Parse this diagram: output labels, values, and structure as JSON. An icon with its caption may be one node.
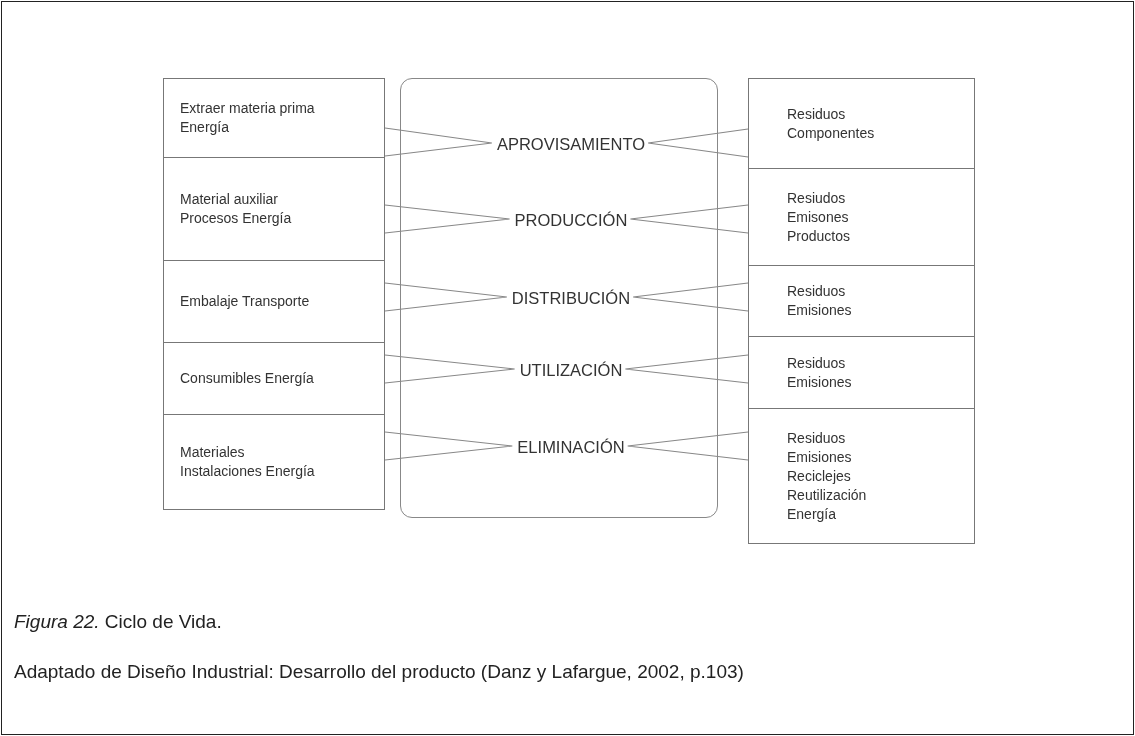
{
  "diagram": {
    "caption": "*Figura 22.* Ciclo de Vida.",
    "nodes": [
      {
        "text": [],
        "shape": "box"
      },
      {
        "text": [
          "APROVISAMIENTO"
        ],
        "in": 0
      },
      {
        "text": [
          "PRODUCCIÓN"
        ],
        "in": 0
      },
      {
        "text": [
          "DISTRIBUCIÓN"
        ],
        "in": 0
      },
      {
        "text": [
          "UTILIZACIÓN"
        ],
        "in": 0
      },
      {
        "text": [
          "ELIMINACIÓN"
        ],
        "in": 0
      },
      {
        "text": [
          "Extraer materia prima Energía"
        ]
      },
      {
        "text": [
          "Material auxiliar Procesos Energía"
        ]
      },
      {
        "text": [
          "Embalaje Transporte"
        ]
      },
      {
        "text": [
          "Consumibles Energía"
        ]
      },
      {
        "text": [
          "Materiales Instalaciones Energía"
        ]
      },
      {
        "text": [
          "Residuos Componentes"
        ]
      },
      {
        "text": [
          "Resiudos Emisones Productos"
        ]
      },
      {
        "text": [
          "Residuos Emisiones"
        ]
      },
      {
        "text": [
          "Residuos Emisiones"
        ]
      },
      {
        "text": [
          "Residuos Emisiones Reciclejes Reutilización Energía"
        ]
      }
    ],
    "edges": [
      {
        "from": 6,
        "to": 1,
        "arrow": "none"
      },
      {
        "from": 7,
        "to": 2,
        "arrow": "none"
      },
      {
        "from": 8,
        "to": 3,
        "arrow": "none"
      },
      {
        "from": 9,
        "to": 4,
        "arrow": "none"
      },
      {
        "from": 10,
        "to": 5,
        "arrow": "none"
      },
      {
        "from": 11,
        "to": 1,
        "arrow": "none"
      },
      {
        "from": 12,
        "to": 2,
        "arrow": "none"
      },
      {
        "from": 13,
        "to": 3,
        "arrow": "none"
      },
      {
        "from": 14,
        "to": 4,
        "arrow": "none"
      },
      {
        "from": 15,
        "to": 5,
        "arrow": "none"
      }
    ],
    "labels": [
      "Adaptado de Diseño Industrial: Desarrollo del producto (Danz y Lafargue, 2002, p.103)"
    ]
  }
}
